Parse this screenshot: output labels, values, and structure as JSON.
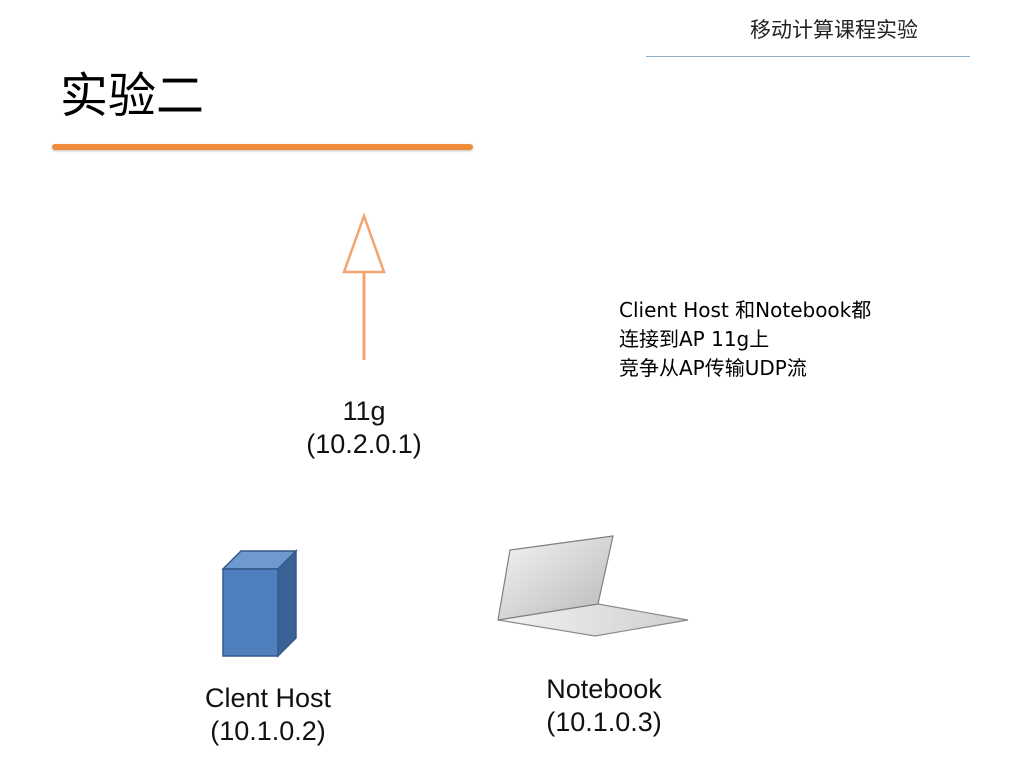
{
  "header": {
    "course_title": "移动计算课程实验",
    "slide_title": "实验二"
  },
  "colors": {
    "accent_orange": "#f08c3a",
    "header_rule": "#8fb0c8",
    "server_front": "#4f7fbf",
    "server_side": "#3b6296",
    "server_top": "#6f9ad0",
    "notebook_gray": "#d9d9d9"
  },
  "diagram": {
    "ap": {
      "name": "11g",
      "ip": "(10.2.0.1)",
      "icon": "arrow-up-icon"
    },
    "client": {
      "name": "Clent Host",
      "ip": "(10.1.0.2)",
      "icon": "server-icon"
    },
    "notebook": {
      "name": "Notebook",
      "ip": "(10.1.0.3)",
      "icon": "laptop-icon"
    },
    "note_lines": [
      "Client Host 和Notebook都",
      "连接到AP 11g上",
      "竞争从AP传输UDP流"
    ]
  }
}
